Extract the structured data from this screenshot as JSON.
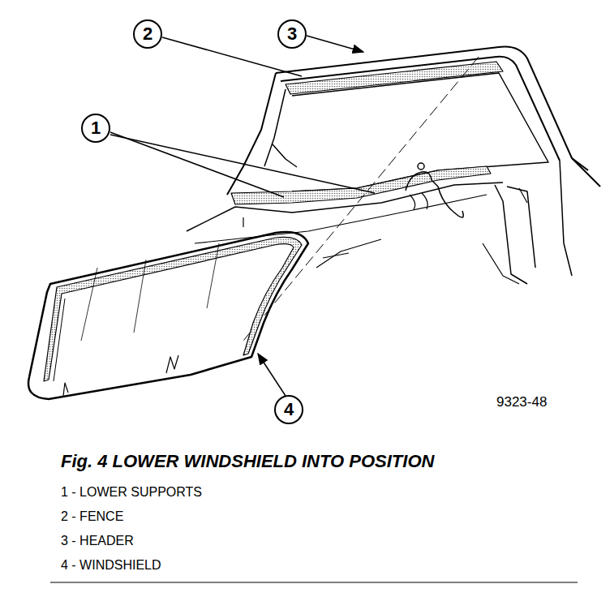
{
  "diagram": {
    "caption": "Fig. 4 LOWER WINDSHIELD INTO POSITION",
    "nodes": [
      {
        "text": [
          "2"
        ]
      },
      {
        "text": [
          "3"
        ]
      },
      {
        "text": [
          "1"
        ]
      },
      {
        "text": [
          "4"
        ]
      }
    ],
    "labels": [
      "9323-48",
      "1 - LOWER SUPPORTS",
      "2 - FENCE",
      "3 - HEADER",
      "4 - WINDSHIELD"
    ]
  }
}
